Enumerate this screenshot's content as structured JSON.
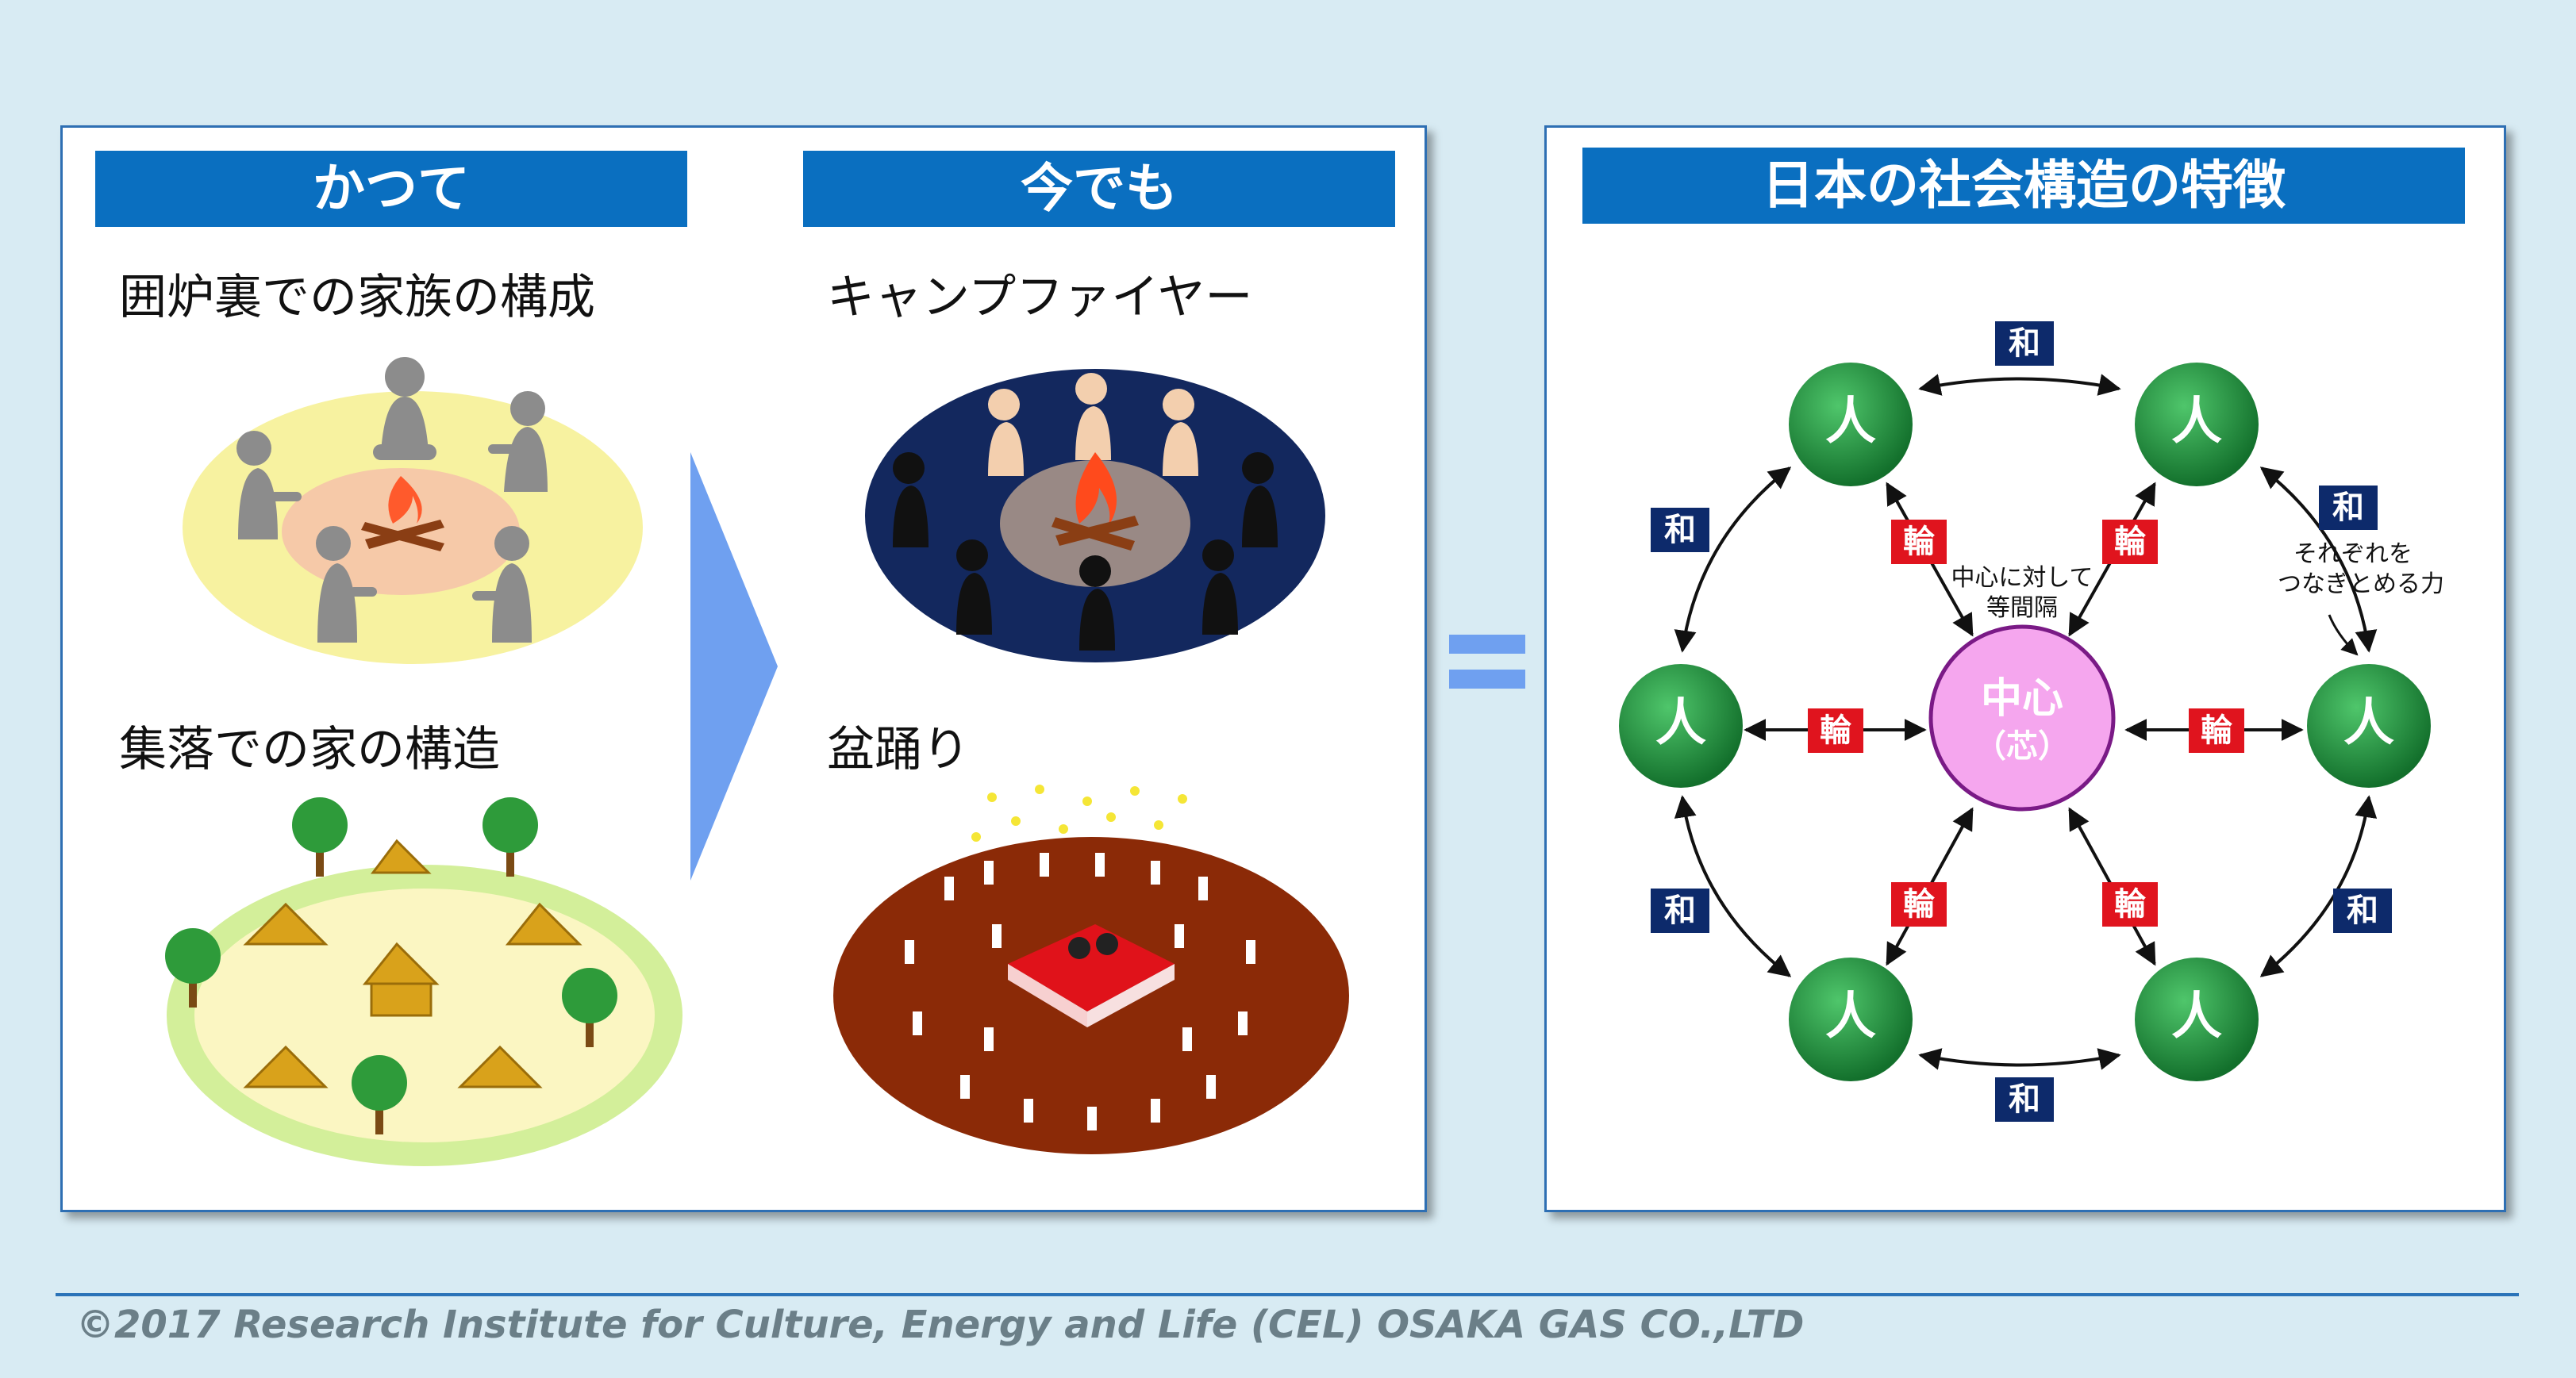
{
  "left": {
    "before_header": "かつて",
    "now_header": "今でも",
    "irori_caption": "囲炉裏での家族の構成",
    "village_caption": "集落での家の構造",
    "campfire_caption": "キャンプファイヤー",
    "bonodori_caption": "盆踊り"
  },
  "right": {
    "header": "日本の社会構造の特徴",
    "center_label": "中心",
    "center_sub": "（芯）",
    "person_label": "人",
    "harmony_label": "和",
    "ring_label": "輪",
    "equidistant_line1": "中心に対して",
    "equidistant_line2": "等間隔",
    "connect_line1": "それぞれを",
    "connect_line2": "つなぎとめる力"
  },
  "footer": {
    "copyright": "©2017 Research Institute for Culture, Energy and Life (CEL) OSAKA GAS CO.,LTD"
  },
  "colors": {
    "header_blue": "#0a6fc0",
    "person_green": "#1e8e3e",
    "center_pink": "#f5a6ee",
    "harmony_navy": "#0d2a6b",
    "ring_red": "#e0141e"
  }
}
